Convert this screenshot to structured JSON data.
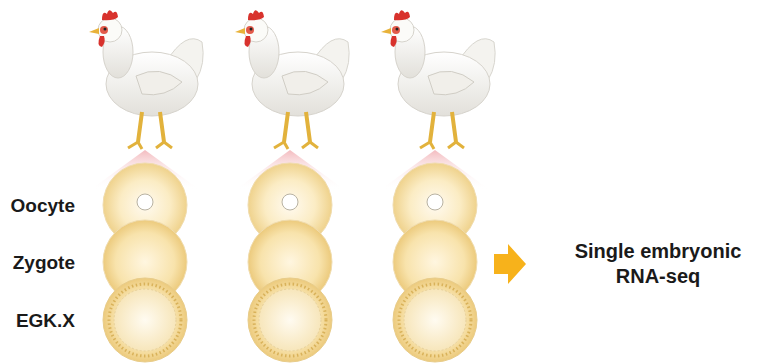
{
  "diagram": {
    "labels": [
      "Oocyte",
      "Zygote",
      "EGK.X",
      "Single embryonic RNA-seq"
    ]
  }
}
